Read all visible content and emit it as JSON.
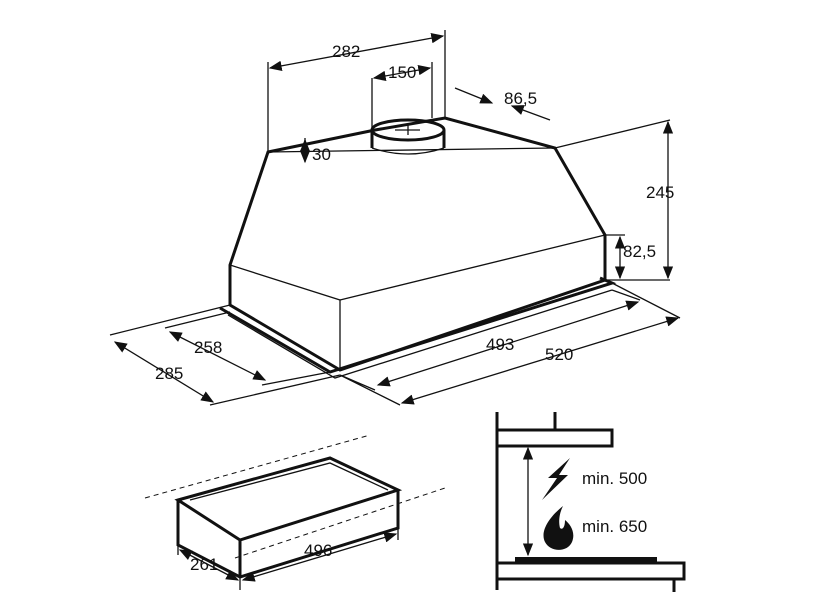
{
  "dimensions": {
    "top_width": "282",
    "outlet_diameter": "150",
    "outlet_offset": "86,5",
    "top_step": "30",
    "height": "245",
    "front_height": "82,5",
    "inner_depth": "258",
    "outer_depth": "285",
    "inner_width": "493",
    "outer_width": "520"
  },
  "cutout": {
    "depth": "261",
    "width": "496"
  },
  "clearance": {
    "electric": "min. 500",
    "gas": "min. 650"
  }
}
